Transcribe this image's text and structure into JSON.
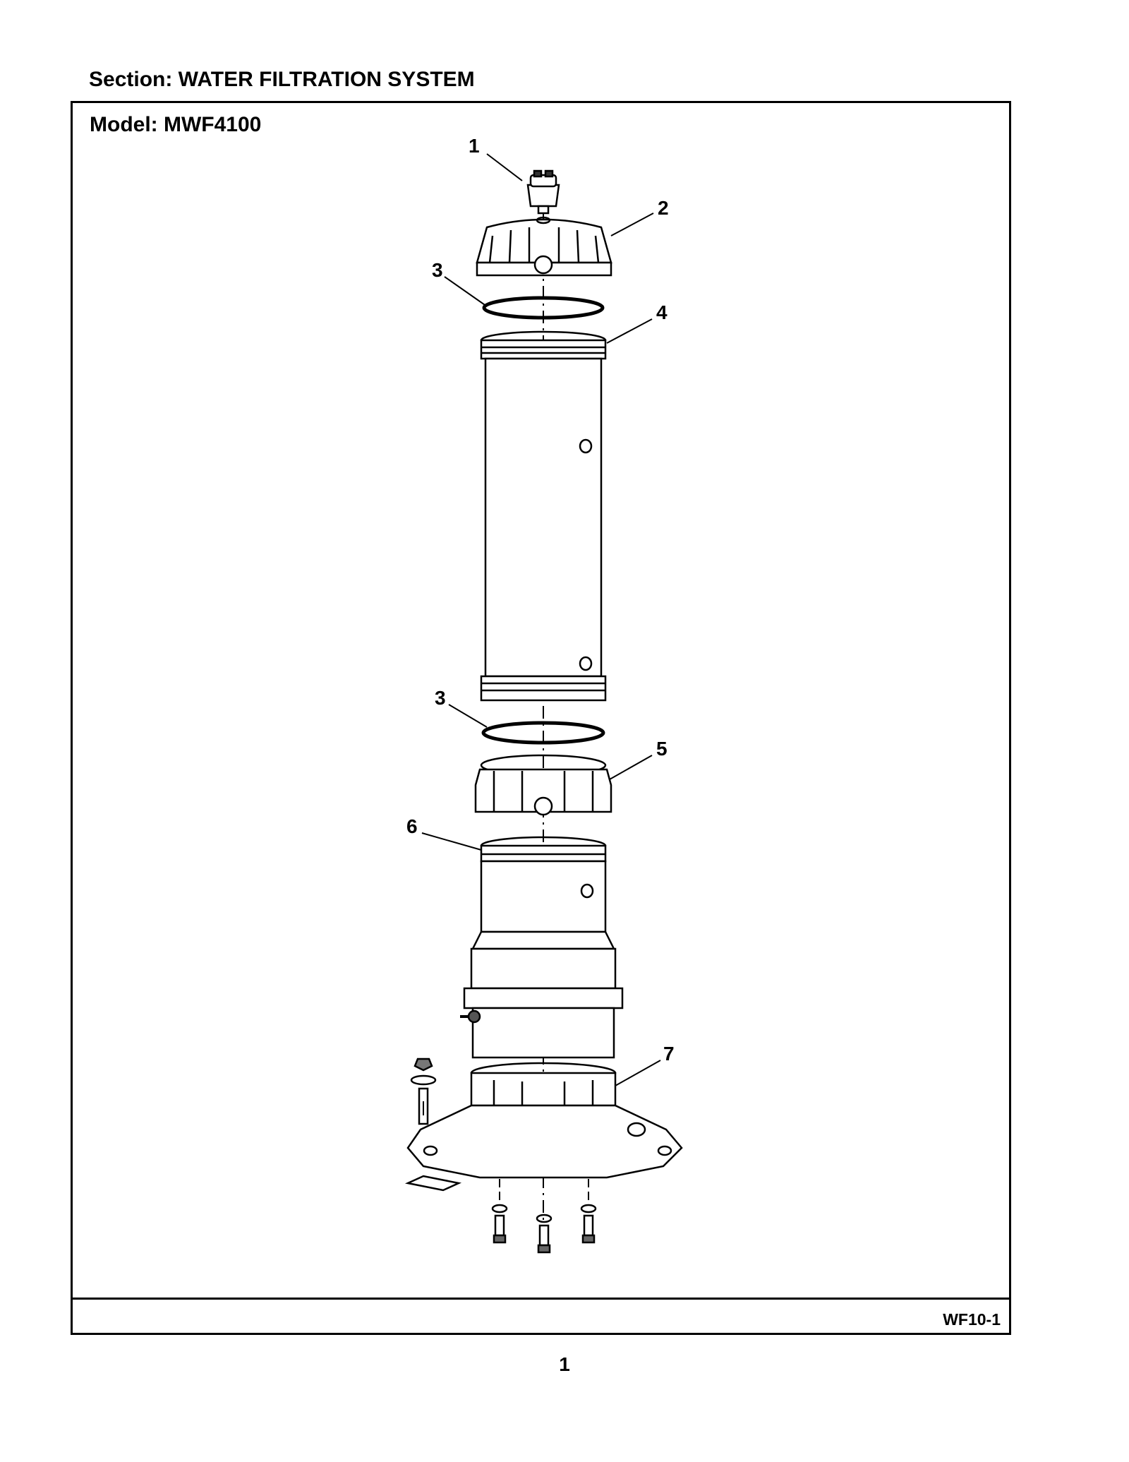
{
  "header": {
    "section": "Section:  WATER FILTRATION SYSTEM"
  },
  "frame": {
    "model": "Model:  MWF4100",
    "code": "WF10-1"
  },
  "callouts": [
    "1",
    "2",
    "3",
    "4",
    "3",
    "5",
    "6",
    "7"
  ],
  "page_number": "1"
}
